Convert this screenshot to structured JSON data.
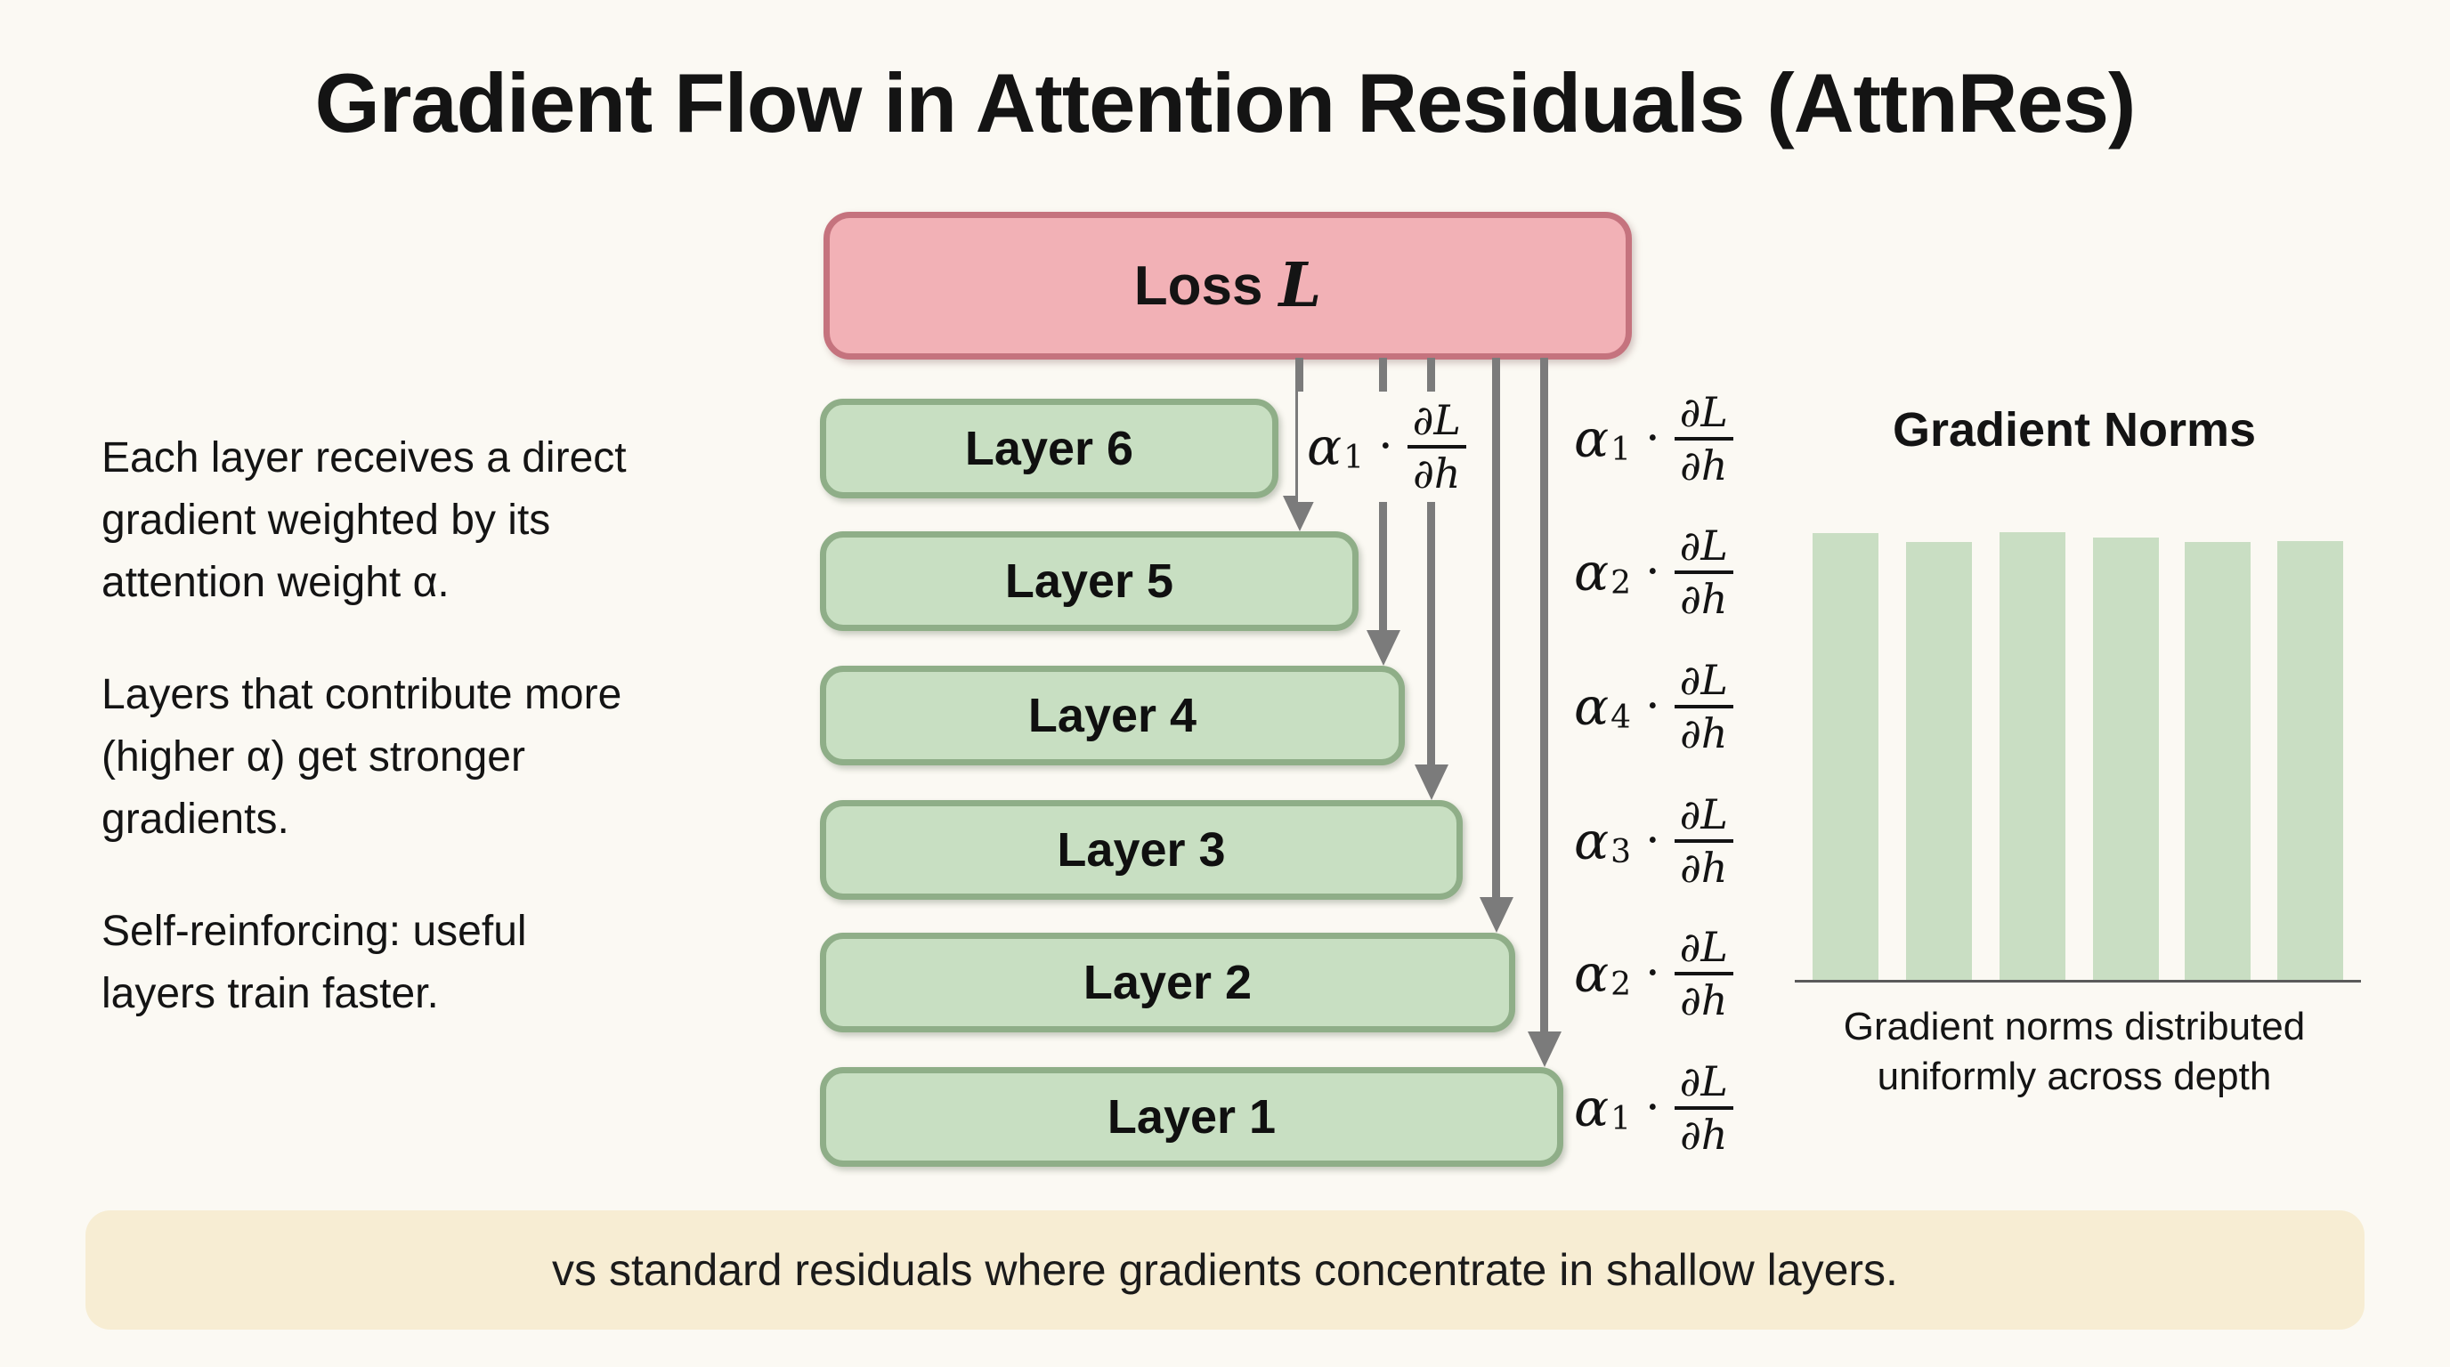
{
  "title": "Gradient Flow in Attention Residuals (AttnRes)",
  "loss": {
    "word": "Loss",
    "symbol": "L"
  },
  "layers": [
    {
      "label": "Layer 6"
    },
    {
      "label": "Layer 5"
    },
    {
      "label": "Layer 4"
    },
    {
      "label": "Layer 3"
    },
    {
      "label": "Layer 2"
    },
    {
      "label": "Layer 1"
    }
  ],
  "notes": {
    "p1": "Each layer receives a direct\ngradient weighted by its\nattention weight α.",
    "p2": "Layers that contribute more\n(higher α) get stronger\ngradients.",
    "p3": "Self-reinforcing: useful\nlayers train faster."
  },
  "math": {
    "alpha": "α",
    "dot": "·",
    "num": "∂L",
    "den": "∂h"
  },
  "flow": {
    "inline_sub": "1",
    "right_subs": [
      "1",
      "2",
      "4",
      "3",
      "2",
      "1"
    ]
  },
  "chart_data": {
    "type": "bar",
    "title": "Gradient Norms",
    "categories": [
      "",
      "",
      "",
      "",
      "",
      ""
    ],
    "values": [
      0.998,
      0.978,
      1.0,
      0.988,
      0.978,
      0.98
    ],
    "ylim": [
      0,
      1.0
    ],
    "grid": false,
    "legend": false,
    "bar_color": "#c9dec3",
    "caption": "Gradient norms distributed\nuniformly across depth"
  },
  "footer": {
    "text": "vs standard residuals where gradients concentrate in shallow layers."
  },
  "colors": {
    "page_bg": "#fbf9f3",
    "loss_fill": "#f2b1b6",
    "loss_border": "#c5737e",
    "layer_fill": "#c8dfc2",
    "layer_border": "#8fae88",
    "arrow": "#7b7b7b",
    "bar_fill": "#c9dec3",
    "banner_bg": "#f7edd3",
    "text": "#141414"
  }
}
